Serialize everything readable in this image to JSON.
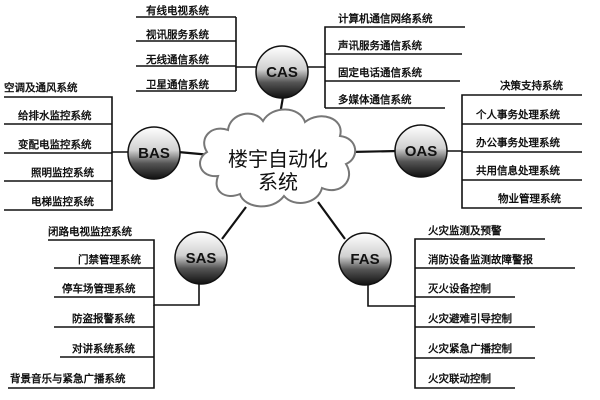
{
  "diagram": {
    "center": {
      "line1": "楼宇自动化",
      "line2": "系统"
    },
    "nodes": {
      "cas": {
        "label": "CAS"
      },
      "bas": {
        "label": "BAS"
      },
      "oas": {
        "label": "OAS"
      },
      "sas": {
        "label": "SAS"
      },
      "fas": {
        "label": "FAS"
      }
    },
    "cas_left": [
      "有线电视系统",
      "视讯服务系统",
      "无线通信系统",
      "卫星通信系统"
    ],
    "cas_right": [
      "计算机通信网络系统",
      "声讯服务通信系统",
      "固定电话通信系统",
      "多媒体通信系统"
    ],
    "bas": [
      "空调及通风系统",
      "给排水监控系统",
      "变配电监控系统",
      "照明监控系统",
      "电梯监控系统"
    ],
    "oas": [
      "决策支持系统",
      "个人事务处理系统",
      "办公事务处理系统",
      "共用信息处理系统",
      "物业管理系统"
    ],
    "sas": [
      "闭路电视监控系统",
      "门禁管理系统",
      "停车场管理系统",
      "防盗报警系统",
      "对讲系统系统",
      "背景音乐与紧急广播系统"
    ],
    "fas": [
      "火灾监测及预警",
      "消防设备监测故障警报",
      "灭火设备控制",
      "火灾避难引导控制",
      "火灾紧急广播控制",
      "火灾联动控制"
    ]
  }
}
